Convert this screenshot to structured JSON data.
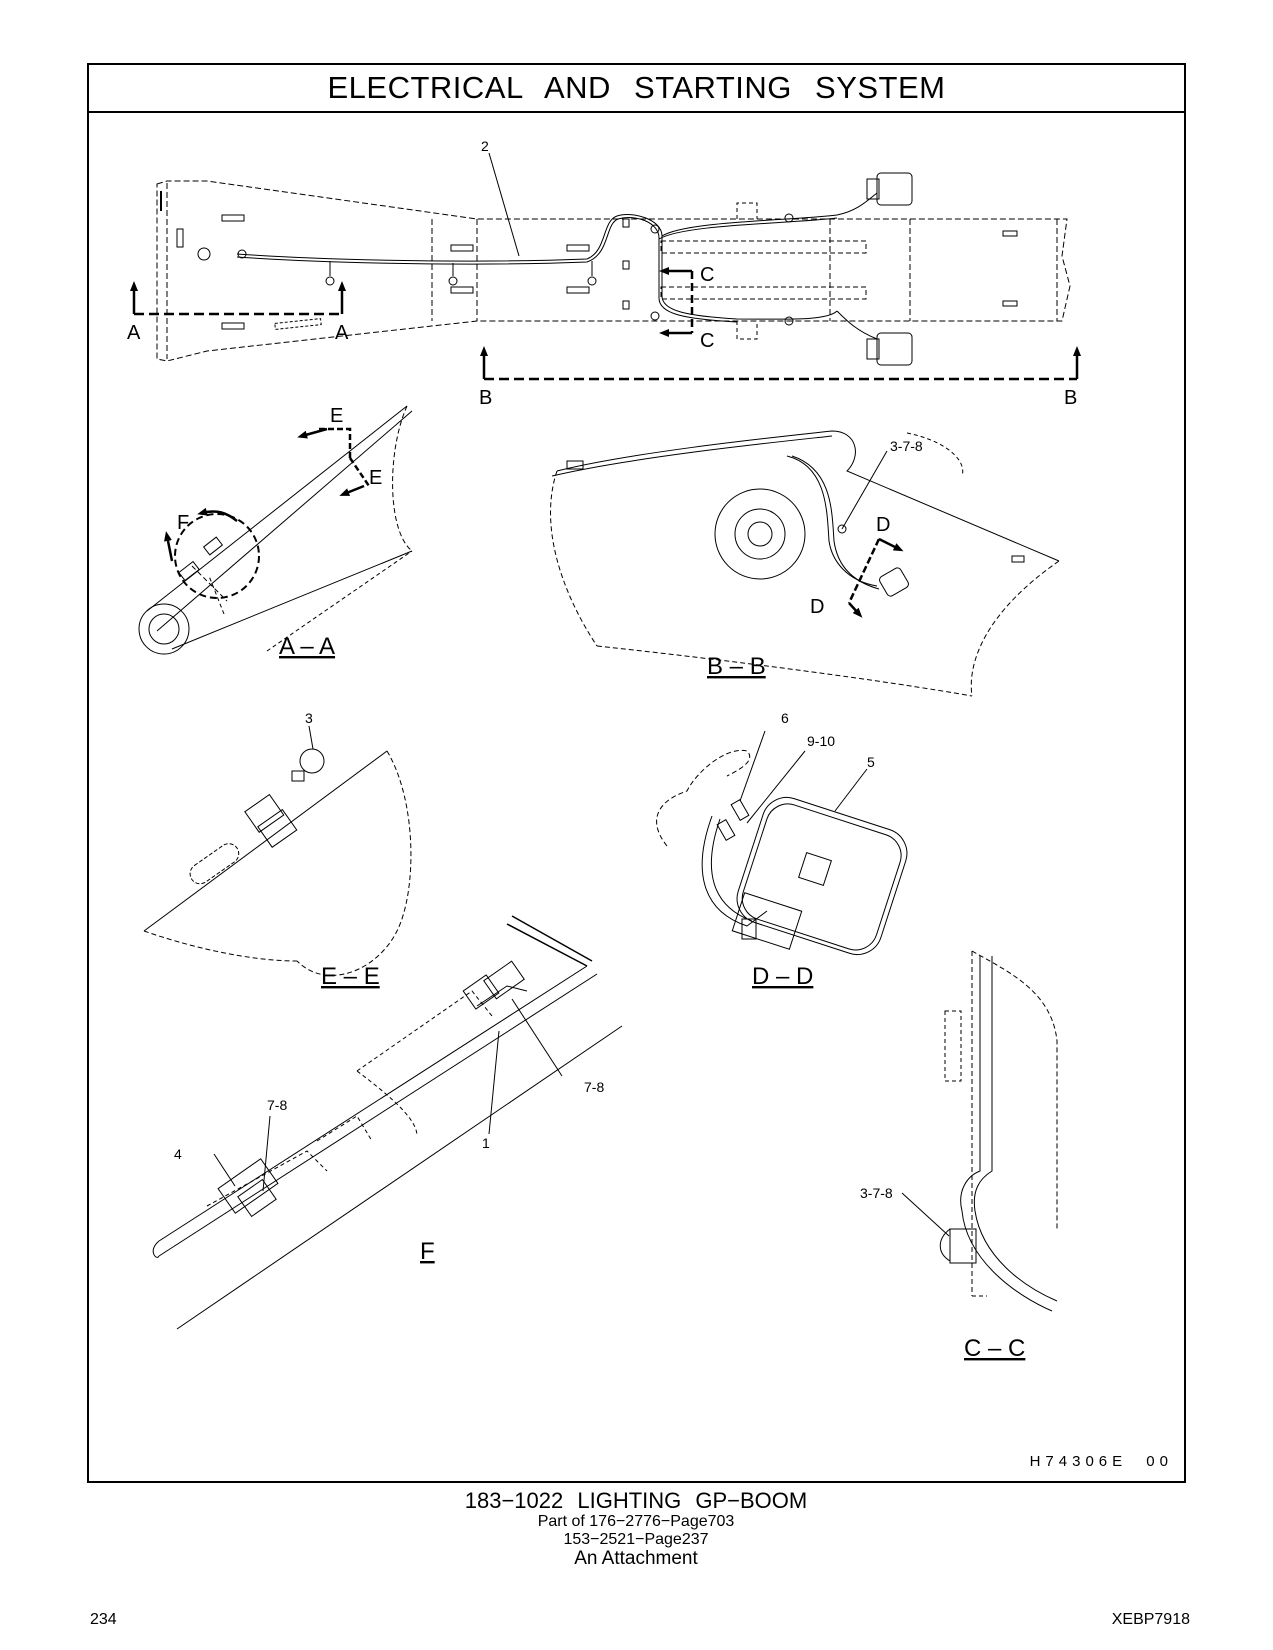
{
  "header": {
    "title": "ELECTRICAL AND STARTING SYSTEM"
  },
  "views": {
    "section_a_label": "A – A",
    "section_b_label": "B – B",
    "section_c_label": "C – C",
    "section_d_label": "D – D",
    "section_e_label": "E – E",
    "detail_f_label": "F",
    "marker_a": "A",
    "marker_b": "B",
    "marker_c": "C",
    "marker_d": "D",
    "marker_e": "E",
    "marker_f": "F"
  },
  "callouts": {
    "c2": "2",
    "c378_b": "3-7-8",
    "c3": "3",
    "c6": "6",
    "c910": "9-10",
    "c5": "5",
    "c78_a": "7-8",
    "c78_b": "7-8",
    "c4": "4",
    "c1": "1",
    "c378_c": "3-7-8"
  },
  "drawing_code": "H74306E 00",
  "caption": {
    "main": "183−1022 LIGHTING GP−BOOM",
    "line1": "Part of 176−2776−Page703",
    "line2": "153−2521−Page237",
    "line3": "An Attachment"
  },
  "footer": {
    "page_number": "234",
    "doc_code": "XEBP7918"
  }
}
